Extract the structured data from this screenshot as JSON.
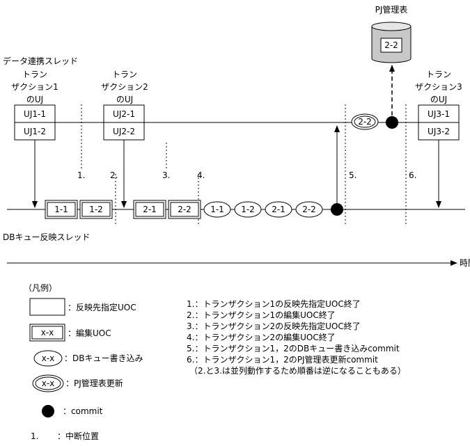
{
  "pj_table": {
    "label": "PJ管理表",
    "box": "2-2"
  },
  "thread_top": "データ連携スレッド",
  "thread_bottom": "DBキュー反映スレッド",
  "time_label": "時間",
  "transactions": [
    {
      "lines": [
        "トラン",
        "ザクション1",
        "のUJ"
      ],
      "uj": [
        "UJ1-1",
        "UJ1-2"
      ]
    },
    {
      "lines": [
        "トラン",
        "ザクション2",
        "のUJ"
      ],
      "uj": [
        "UJ2-1",
        "UJ2-2"
      ]
    },
    {
      "lines": [
        "トラン",
        "ザクション3",
        "のUJ"
      ],
      "uj": [
        "UJ3-1",
        "UJ3-2"
      ]
    }
  ],
  "queue_boxes": [
    "1-1",
    "1-2",
    "2-1",
    "2-2"
  ],
  "queue_ovals": [
    "1-1",
    "1-2",
    "2-1",
    "2-2"
  ],
  "top_oval": "2-2",
  "positions": [
    "1.",
    "2.",
    "3.",
    "4.",
    "5.",
    "6."
  ],
  "legend": {
    "title": "（凡例）",
    "items": [
      {
        "symbol": "",
        "label": "：反映先指定UOC"
      },
      {
        "symbol": "x-x",
        "label": "：編集UOC"
      },
      {
        "symbol": "x-x",
        "label": "：DBキュー書き込み"
      },
      {
        "symbol": "x-x",
        "label": "：PJ管理表更新"
      },
      {
        "symbol": "",
        "label": "：commit"
      },
      {
        "symbol": "1.",
        "label": "：中断位置"
      }
    ]
  },
  "notes": [
    "1.：トランザクション1の反映先指定UOC終了",
    "2.：トランザクション1の編集UOC終了",
    "3.：トランザクション2の反映先指定UOC終了",
    "4.：トランザクション2の編集UOC終了",
    "5.：トランザクション1，2のDBキュー書き込みcommit",
    "6.：トランザクション1，2のPJ管理表更新commit",
    "（2.と3.は並列動作するため順番は逆になることもある）"
  ]
}
